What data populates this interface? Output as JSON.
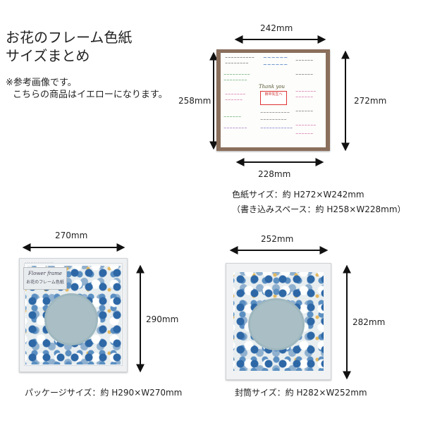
{
  "heading": {
    "line1": "お花のフレーム色紙",
    "line2": "サイズまとめ"
  },
  "note": {
    "line1": "※参考画像です。",
    "line2": "こちらの商品はイエローになります。"
  },
  "shikishi": {
    "width_label": "242mm",
    "height_label": "272mm",
    "write_height_label": "258mm",
    "write_width_label": "228mm",
    "caption1": "色紙サイズ：約 H272×W242mm",
    "caption2": "（書き込みスペース：約 H258×W228mm）",
    "thanks_text": "Thank you",
    "center_text": "田中先生へ"
  },
  "package": {
    "width_label": "270mm",
    "height_label": "290mm",
    "caption": "パッケージサイズ：約 H290×W270mm",
    "label_title": "Flower frame",
    "label_sub": "お花のフレーム色紙"
  },
  "envelope": {
    "width_label": "252mm",
    "height_label": "282mm",
    "caption": "封筒サイズ：約 H282×W252mm"
  },
  "colors": {
    "frame": "#8a6f5c",
    "flower_dark": "#2d67a6",
    "flower_light": "#8fb0cf",
    "flower_gold": "#e3b75e"
  }
}
